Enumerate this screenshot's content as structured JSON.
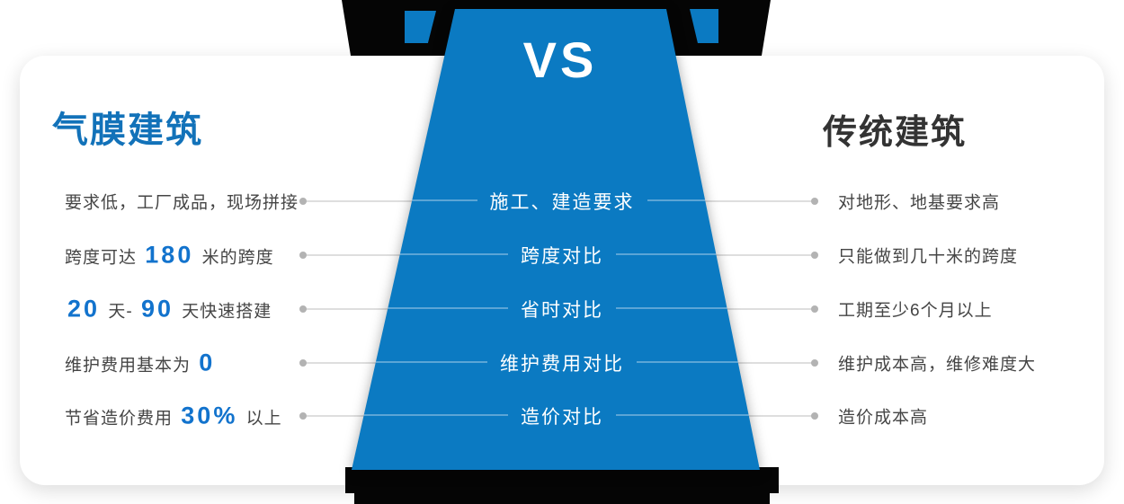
{
  "vs_label": "VS",
  "colors": {
    "trapezoid_blue": "#0b7ac2",
    "title_blue": "#1272b9",
    "highlight_blue": "#1273cd",
    "title_dark": "#333333",
    "body_text": "#454545",
    "ribbon_black": "#050505",
    "line_gray": "#dedede",
    "dot_gray": "#b3b3b3"
  },
  "left": {
    "title": "气膜建筑",
    "rows": [
      {
        "segments": [
          {
            "text": "要求低，工厂成品，现场拼接",
            "highlight": false
          }
        ]
      },
      {
        "segments": [
          {
            "text": "跨度可达 ",
            "highlight": false
          },
          {
            "text": "180",
            "highlight": true
          },
          {
            "text": " 米的跨度",
            "highlight": false
          }
        ]
      },
      {
        "segments": [
          {
            "text": "20",
            "highlight": true
          },
          {
            "text": " 天- ",
            "highlight": false
          },
          {
            "text": "90",
            "highlight": true
          },
          {
            "text": " 天快速搭建",
            "highlight": false
          }
        ]
      },
      {
        "segments": [
          {
            "text": "维护费用基本为 ",
            "highlight": false
          },
          {
            "text": "0",
            "highlight": true
          }
        ]
      },
      {
        "segments": [
          {
            "text": "节省造价费用 ",
            "highlight": false
          },
          {
            "text": "30%",
            "highlight": true
          },
          {
            "text": " 以上",
            "highlight": false
          }
        ]
      }
    ]
  },
  "middle": {
    "labels": [
      "施工、建造要求",
      "跨度对比",
      "省时对比",
      "维护费用对比",
      "造价对比"
    ]
  },
  "right": {
    "title": "传统建筑",
    "rows": [
      "对地形、地基要求高",
      "只能做到几十米的跨度",
      "工期至少6个月以上",
      "维护成本高，维修难度大",
      "造价成本高"
    ]
  }
}
